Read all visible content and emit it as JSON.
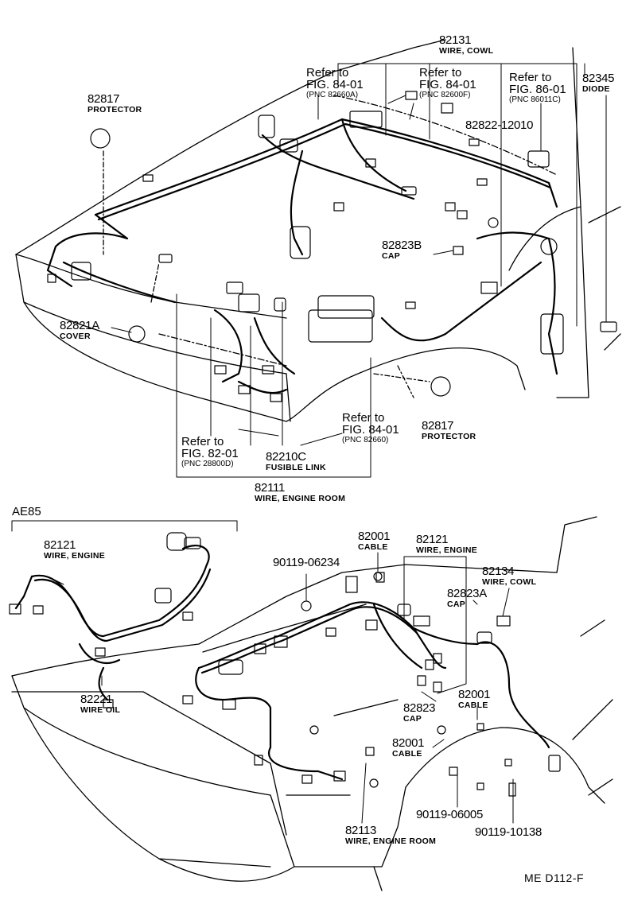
{
  "top_labels": {
    "p82131": {
      "num": "82131",
      "name": "WIRE, COWL"
    },
    "ref_a": {
      "text": "Refer to",
      "fig": "FIG. 84-01",
      "pnc": "(PNC 82660A)"
    },
    "ref_b": {
      "text": "Refer to",
      "fig": "FIG. 84-01",
      "pnc": "(PNC 82600F)"
    },
    "ref_c": {
      "text": "Refer to",
      "fig": "FIG. 86-01",
      "pnc": "(PNC 86011C)"
    },
    "p82345": {
      "num": "82345",
      "name": "DIODE"
    },
    "p82817a": {
      "num": "82817",
      "name": "PROTECTOR"
    },
    "p82822": {
      "num": "82822-12010"
    },
    "p82823b": {
      "num": "82823B",
      "name": "CAP"
    },
    "p82821a": {
      "num": "82821A",
      "name": "COVER"
    },
    "ref_d": {
      "text": "Refer to",
      "fig": "FIG. 84-01",
      "pnc": "(PNC 82660)"
    },
    "p82817b": {
      "num": "82817",
      "name": "PROTECTOR"
    },
    "ref_e": {
      "text": "Refer to",
      "fig": "FIG. 82-01",
      "pnc": "(PNC 28800D)"
    },
    "p82210c": {
      "num": "82210C",
      "name": "FUSIBLE LINK"
    },
    "p82111": {
      "num": "82111",
      "name": "WIRE, ENGINE ROOM"
    }
  },
  "section_title": "AE85",
  "bottom_labels": {
    "p82121a": {
      "num": "82121",
      "name": "WIRE, ENGINE"
    },
    "p90119_06234": {
      "num": "90119-06234"
    },
    "p82001a": {
      "num": "82001",
      "name": "CABLE"
    },
    "p82121b": {
      "num": "82121",
      "name": "WIRE, ENGINE"
    },
    "p82134": {
      "num": "82134",
      "name": "WIRE, COWL"
    },
    "p82823a": {
      "num": "82823A",
      "name": "CAP"
    },
    "p82221": {
      "num": "82221",
      "name": "WIRE OIL"
    },
    "p82001b": {
      "num": "82001",
      "name": "CABLE"
    },
    "p82823": {
      "num": "82823",
      "name": "CAP"
    },
    "p82001c": {
      "num": "82001",
      "name": "CABLE"
    },
    "p90119_06005": {
      "num": "90119-06005"
    },
    "p90119_10138": {
      "num": "90119-10138"
    },
    "p82113": {
      "num": "82113",
      "name": "WIRE, ENGINE ROOM"
    }
  },
  "diagram_code": "ME  D112-F"
}
